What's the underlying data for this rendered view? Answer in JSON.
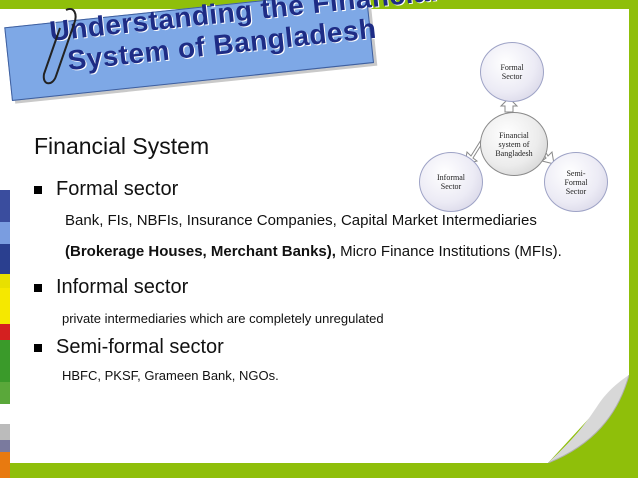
{
  "title": {
    "line1": "Understanding the Financial",
    "line2": "System of Bangladesh"
  },
  "heading": "Financial System",
  "bullets": {
    "formal": {
      "label": "Formal sector",
      "line1": "Bank, FIs, NBFIs, Insurance Companies, Capital Market Intermediaries",
      "line2_bold": "(Brokerage Houses, Merchant Banks),",
      "line2_rest": " Micro Finance Institutions (MFIs)."
    },
    "informal": {
      "label": "Informal sector",
      "line1": "private intermediaries which are completely unregulated"
    },
    "semiformal": {
      "label": "Semi-formal  sector",
      "line1": "HBFC, PKSF, Grameen Bank, NGOs."
    }
  },
  "diagram": {
    "center": [
      "Financial",
      "system of",
      "Bangladesh"
    ],
    "top": [
      "Formal",
      "Sector"
    ],
    "left": [
      "Informal",
      "Sector"
    ],
    "right": [
      "Semi-",
      "Formal",
      "Sector"
    ]
  },
  "colors": {
    "frame": "#8fbf0a",
    "banner": "#7ea8e6",
    "title_text": "#1e2c85"
  }
}
